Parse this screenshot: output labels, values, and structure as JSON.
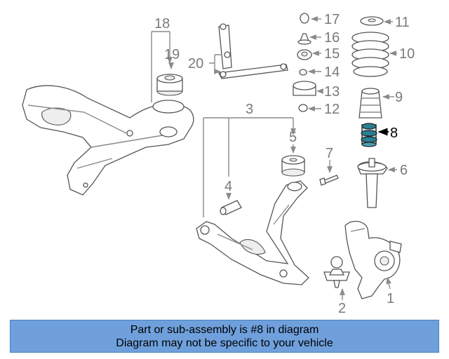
{
  "callouts": {
    "c1": "1",
    "c2": "2",
    "c3": "3",
    "c4": "4",
    "c5": "5",
    "c6": "6",
    "c7": "7",
    "c8": "8",
    "c9": "9",
    "c10": "10",
    "c11": "11",
    "c12": "12",
    "c13": "13",
    "c14": "14",
    "c15": "15",
    "c16": "16",
    "c17": "17",
    "c18": "18",
    "c19": "19",
    "c20": "20"
  },
  "highlight_part": "8",
  "colors": {
    "footer_bg": "#6fa0dc",
    "highlight_part": "#2a7f93",
    "callout_gray": "#7a7a7a"
  },
  "footer": {
    "line1": "Part or sub-assembly is #8 in diagram",
    "line2": "Diagram may not be specific to your vehicle"
  }
}
